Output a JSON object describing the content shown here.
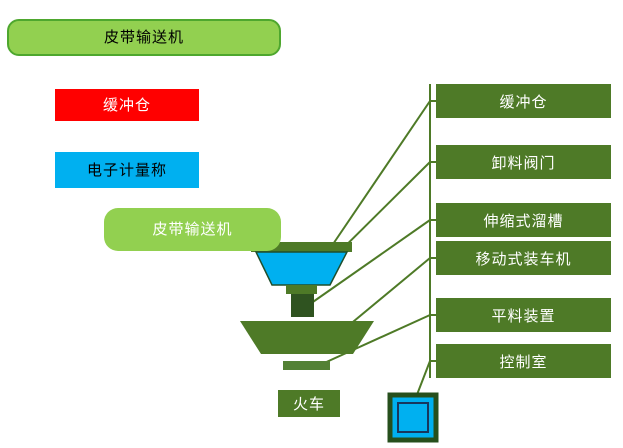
{
  "diagram_title": "train loading system annotated diagram",
  "left_labels": [
    {
      "id": "belt-conveyor-top",
      "text": "皮带输送机"
    },
    {
      "id": "buffer-bin-left",
      "text": "缓冲仓"
    },
    {
      "id": "electronic-scale",
      "text": "电子计量称"
    },
    {
      "id": "belt-conveyor-mid",
      "text": "皮带输送机"
    }
  ],
  "right_labels": [
    {
      "id": "buffer-bin-right",
      "text": "缓冲仓"
    },
    {
      "id": "unloading-valve",
      "text": "卸料阀门"
    },
    {
      "id": "telescopic-chute",
      "text": "伸缩式溜槽"
    },
    {
      "id": "mobile-loader",
      "text": "移动式装车机"
    },
    {
      "id": "leveling-device",
      "text": "平料装置"
    },
    {
      "id": "control-room",
      "text": "控制室"
    }
  ],
  "train_label": "火车",
  "colors": {
    "light_green": "#92D050",
    "dark_green": "#4E7A27",
    "line_green": "#4E7A27",
    "red": "#FF0000",
    "blue": "#00B0F0",
    "white": "#FFFFFF",
    "black": "#000000"
  }
}
